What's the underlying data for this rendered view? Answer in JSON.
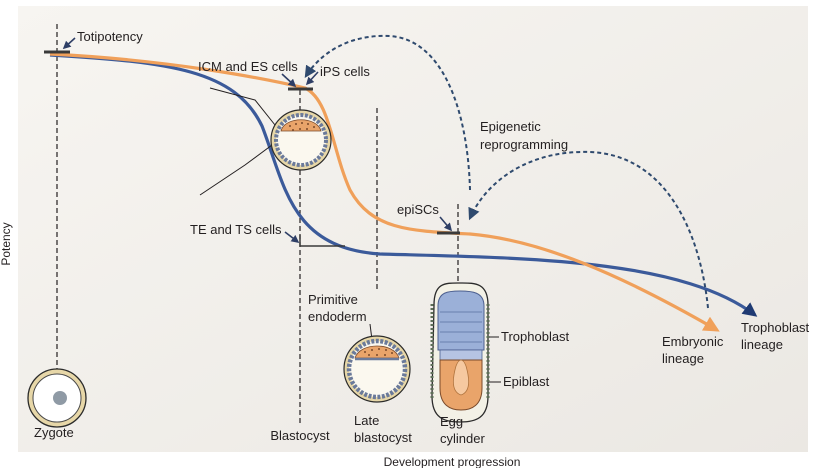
{
  "axes": {
    "y_label": "Potency",
    "x_label": "Development progression"
  },
  "labels": {
    "totipotency": "Totipotency",
    "icm_es": "ICM and ES cells",
    "ips": "iPS cells",
    "epigenetic_line1": "Epigenetic",
    "epigenetic_line2": "reprogramming",
    "te_ts": "TE and TS cells",
    "episcs": "epiSCs",
    "primitive_line1": "Primitive",
    "primitive_line2": "endoderm",
    "trophoblast": "Trophoblast",
    "epiblast": "Epiblast",
    "embryonic_line1": "Embryonic",
    "embryonic_line2": "lineage",
    "troph_lineage_line1": "Trophoblast",
    "troph_lineage_line2": "lineage"
  },
  "stages": {
    "zygote": "Zygote",
    "blastocyst": "Blastocyst",
    "late_line1": "Late",
    "late_line2": "blastocyst",
    "egg_line1": "Egg",
    "egg_line2": "cylinder"
  },
  "colors": {
    "background": "#f3f1ed",
    "orange_curve": "#f0a05a",
    "blue_curve": "#3b5a9a",
    "dashed_arrow": "#2f4a6e",
    "marker": "#3a3a3a"
  }
}
